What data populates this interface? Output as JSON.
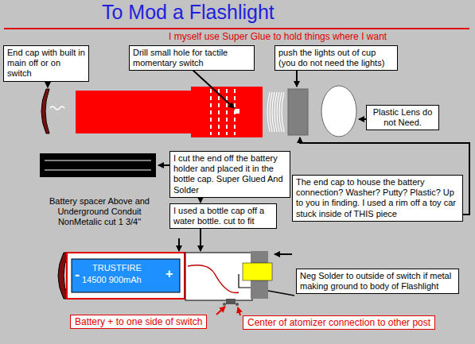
{
  "diagram": {
    "title": "To Mod a Flashlight",
    "nodes": [
      {
        "text": [
          "End cap with built in main off or on switch"
        ]
      },
      {
        "text": [
          "Drill small hole for tactile momentary switch"
        ]
      },
      {
        "text": [
          "push the lights out of cup (you do not need the lights)"
        ]
      },
      {
        "text": [
          "Plastic Lens do not Need."
        ]
      },
      {
        "text": [
          "I cut the end off the battery holder and placed it in the bottle cap. Super Glued And Solder"
        ]
      },
      {
        "text": [
          "I used a bottle cap off a water bottle. cut to fit"
        ]
      },
      {
        "text": [
          "The end cap to house the battery connection? Washer? Putty? Plastic? Up to you in finding. I used a rim off a toy car stuck inside of THIS piece"
        ]
      },
      {
        "text": [
          "Neg Solder to outside of switch if metal making ground to body of Flashlight"
        ]
      },
      {
        "text": [
          "Battery + to one side of switch"
        ]
      },
      {
        "text": [
          "Center of  atomizer connection to other post"
        ]
      }
    ],
    "labels": [
      "I myself use Super Glue to hold things where I want",
      "Battery spacer Above and Underground Conduit NonMetalic cut 1 3/4\"",
      "TRUSTFIRE",
      "14500 900mAh",
      "-",
      "+"
    ]
  }
}
